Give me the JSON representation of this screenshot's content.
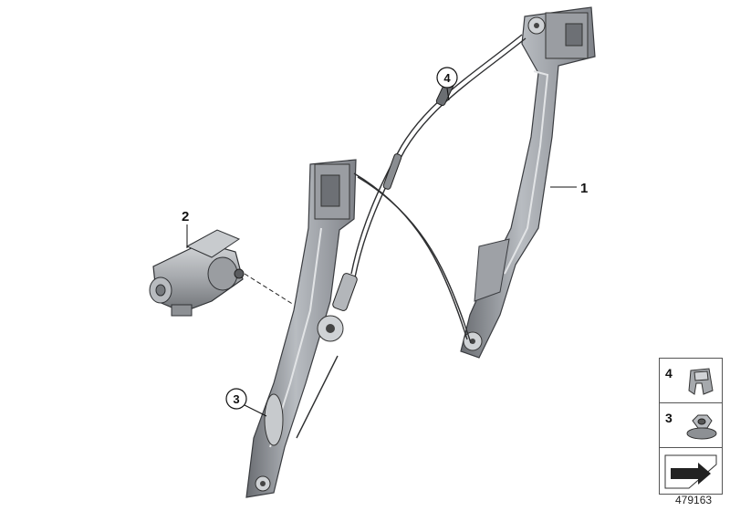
{
  "callouts": {
    "part1": "1",
    "part2": "2",
    "part3": "3",
    "part4": "4"
  },
  "legend": {
    "item_top": "4",
    "item_mid": "3"
  },
  "diagram_number": "479163"
}
